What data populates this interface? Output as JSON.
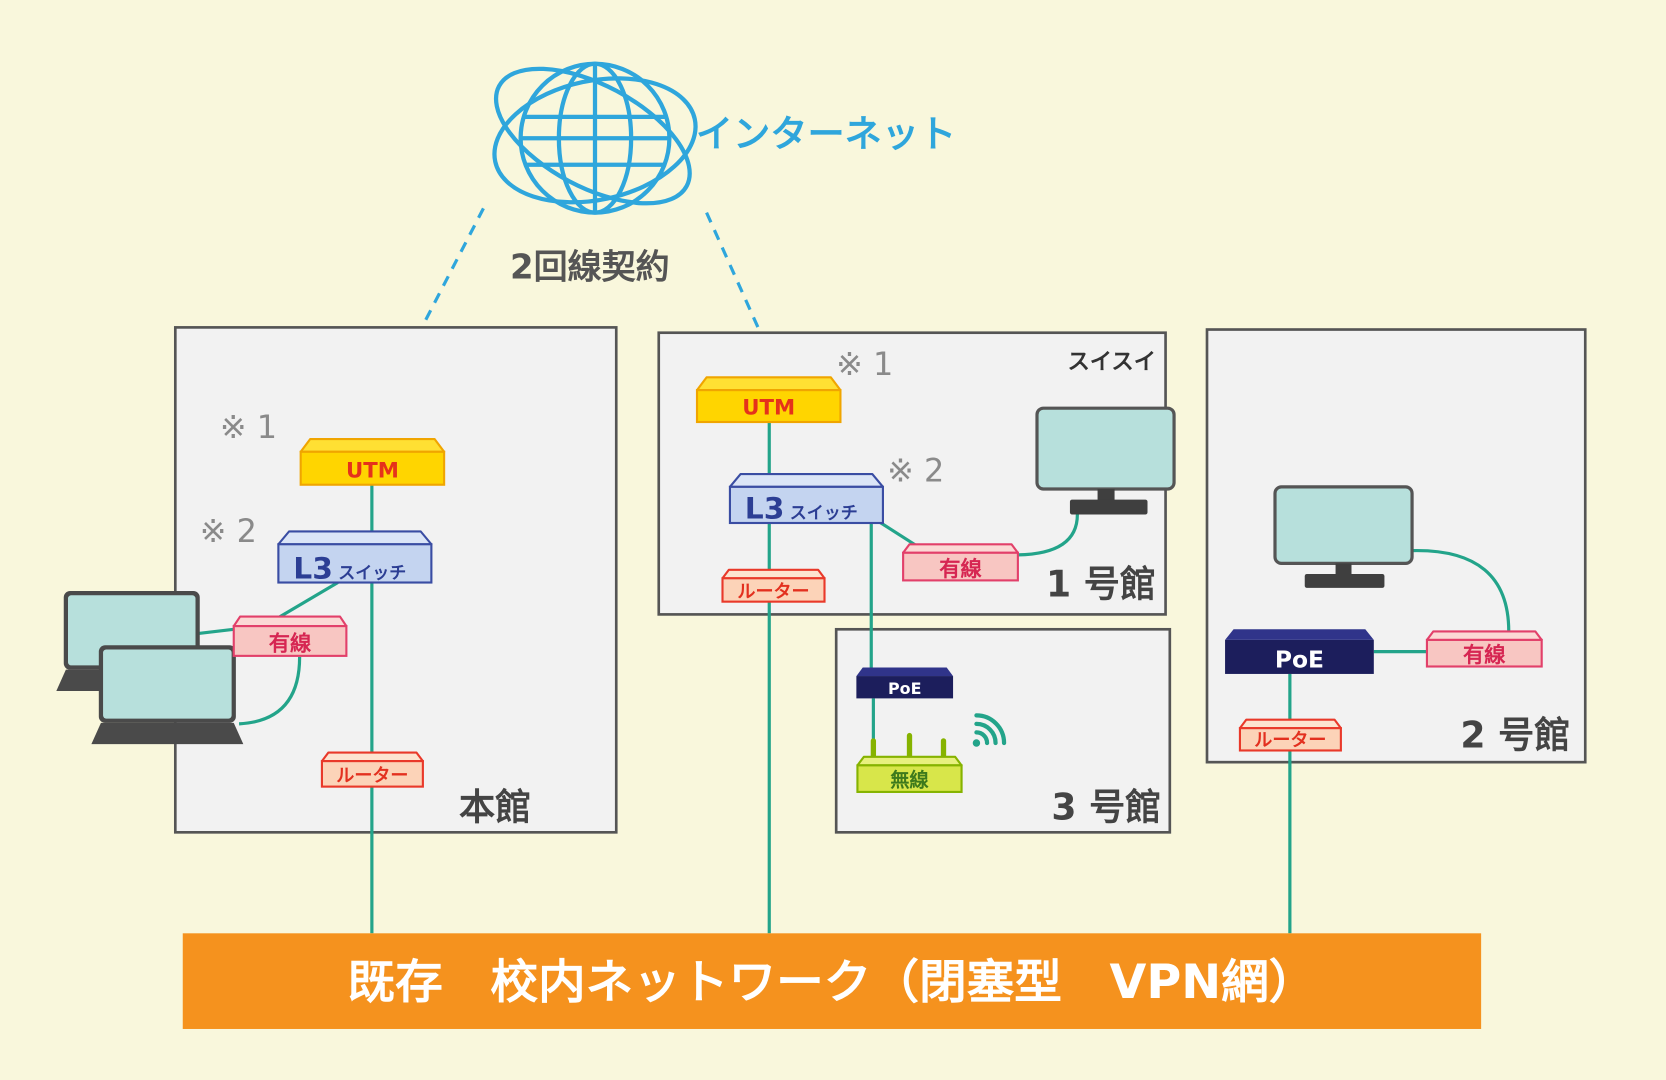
{
  "internet": {
    "label": "インターネット",
    "contract": "2回線契約"
  },
  "buildings": {
    "honkan": {
      "name": "本館",
      "note_utm": "※ 1",
      "note_l3": "※ 2",
      "utm": "UTM",
      "l3": "L3",
      "l3_suffix": "スイッチ",
      "wired": "有線",
      "router": "ルーター"
    },
    "bldg1": {
      "name": "1 号館",
      "tag": "スイスイ",
      "note_utm": "※ 1",
      "note_l3": "※ 2",
      "utm": "UTM",
      "l3": "L3",
      "l3_suffix": "スイッチ",
      "wired": "有線",
      "router": "ルーター"
    },
    "bldg3": {
      "name": "3 号館",
      "poe": "PoE",
      "wireless": "無線"
    },
    "bldg2": {
      "name": "2 号館",
      "poe": "PoE",
      "wired": "有線",
      "router": "ルーター"
    }
  },
  "backbone": {
    "label": "既存　校内ネットワーク（閉塞型　VPN網）"
  },
  "icons": [
    "globe-icon",
    "laptop-icon",
    "monitor-icon",
    "wifi-icon"
  ],
  "colors": {
    "background": "#f9f7dc",
    "internet": "#2fa6dc",
    "link": "#23a48a",
    "backbone": "#f5921e",
    "building_fill": "#f2f2f2",
    "utm": "#ffd500",
    "l3": "#c4d4f0",
    "wired": "#f8c6c2",
    "router": "#fcd3b8",
    "poe": "#1c1e5c",
    "wireless": "#d8e64a",
    "screen": "#b7e0dc"
  }
}
